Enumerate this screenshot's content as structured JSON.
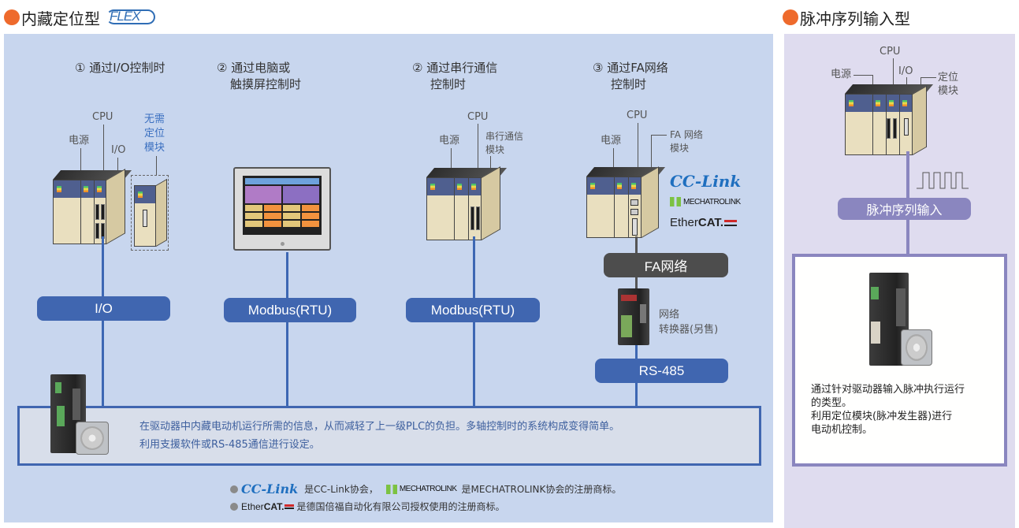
{
  "left_section": {
    "title": "内藏定位型",
    "badge": "FLEX",
    "columns": [
      {
        "title_line1": "① 通过I/O控制时",
        "title_line2": "",
        "labels": {
          "power": "电源",
          "cpu": "CPU",
          "io": "I/O",
          "no_module": [
            "无需",
            "定位",
            "模块"
          ]
        },
        "bus": "I/O"
      },
      {
        "title_line1": "② 通过电脑或",
        "title_line2": "触摸屏控制时",
        "bus": "Modbus(RTU)"
      },
      {
        "title_line1": "② 通过串行通信",
        "title_line2": "控制时",
        "labels": {
          "cpu": "CPU",
          "power": "电源",
          "module": [
            "串行通信",
            "模块"
          ]
        },
        "bus": "Modbus(RTU)"
      },
      {
        "title_line1": "③ 通过FA网络",
        "title_line2": "控制时",
        "labels": {
          "cpu": "CPU",
          "power": "电源",
          "module": [
            "FA 网络",
            "模块"
          ]
        },
        "logos": {
          "cclink": "CC-Link",
          "mechatrolink": "MECHATROLINK",
          "ethercat_a": "Ether",
          "ethercat_b": "CAT."
        },
        "network_bus": "FA网络",
        "converter": [
          "网络",
          "转换器(另售)"
        ],
        "bus": "RS-485"
      }
    ],
    "info": {
      "line1": "在驱动器中内藏电动机运行所需的信息，从而减轻了上一级PLC的负担。多轴控制时的系统构成变得简单。",
      "line2": "利用支援软件或RS-485通信进行设定。"
    },
    "notes": [
      {
        "logo1": "CC-Link",
        "text1": "是CC-Link协会，",
        "logo2": "MECHATROLINK",
        "text2": "是MECHATROLINK协会的注册商标。"
      },
      {
        "logo_a": "Ether",
        "logo_b": "CAT.",
        "text": "是德国倍福自动化有限公司授权使用的注册商标。"
      }
    ]
  },
  "right_section": {
    "title": "脉冲序列输入型",
    "labels": {
      "cpu": "CPU",
      "power": "电源",
      "io": "I/O",
      "module": [
        "定位",
        "模块"
      ]
    },
    "bus": "脉冲序列输入",
    "description": [
      "通过针对驱动器输入脉冲执行运行",
      "的类型。",
      "利用定位模块(脉冲发生器)进行",
      "电动机控制。"
    ]
  },
  "colors": {
    "accent_dot": "#ee6a2c",
    "left_panel": "#c8d6ee",
    "right_panel": "#dfdcef",
    "bus_blue": "#4066b0",
    "bus_dark": "#4d4d4d",
    "bus_purple": "#8a86bf"
  }
}
